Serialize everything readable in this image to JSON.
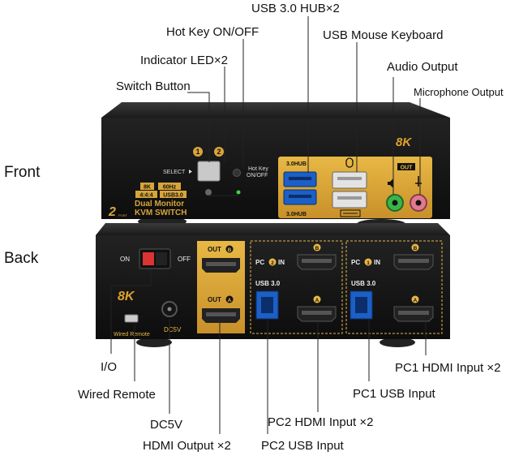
{
  "side_labels": {
    "front": "Front",
    "back": "Back"
  },
  "callouts_front": {
    "usb_hub": "USB 3.0 HUB×2",
    "hot_key": "Hot Key ON/OFF",
    "usb_mouse_keyboard": "USB Mouse Keyboard",
    "indicator_led": "Indicator LED×2",
    "audio_output": "Audio Output",
    "switch_button": "Switch Button",
    "microphone_output": "Microphone Output"
  },
  "callouts_back": {
    "io": "I/O",
    "pc1_hdmi": "PC1 HDMI Input ×2",
    "wired_remote": "Wired Remote",
    "pc1_usb": "PC1 USB Input",
    "dc5v": "DC5V",
    "pc2_hdmi": "PC2 HDMI Input ×2",
    "hdmi_output": "HDMI Output ×2",
    "pc2_usb": "PC2 USB Input"
  },
  "front_panel": {
    "btn1": "1",
    "btn2": "2",
    "select": "SELECT",
    "hotkey": [
      "Hot Key",
      "ON/OFF"
    ],
    "spec_8k": "8K",
    "spec_60hz": "60Hz",
    "spec_444": "4:4:4",
    "spec_usb": "USB3.0",
    "dual_monitor": "Dual Monitor",
    "kvm_switch": "KVM SWITCH",
    "two_port_num": "2",
    "two_port_word": "PORT",
    "hub_top": "3.0HUB",
    "hub_bottom": "3.0HUB",
    "badge_8k": "8K",
    "out": "OUT"
  },
  "back_panel": {
    "on": "ON",
    "off": "OFF",
    "badge_8k": "8K",
    "wired_remote": "Wired Remote",
    "dc5v": "DC5V",
    "out_b": "OUT",
    "out_a": "OUT",
    "pc2_in": "PC",
    "pc2_in_num": "2",
    "pc2_in_suffix": "IN",
    "pc1_in": "PC",
    "pc1_in_num": "1",
    "pc1_in_suffix": "IN",
    "usb30_pc2": "USB 3.0",
    "usb30_pc1": "USB 3.0",
    "letter_b": "B",
    "letter_a": "A"
  }
}
